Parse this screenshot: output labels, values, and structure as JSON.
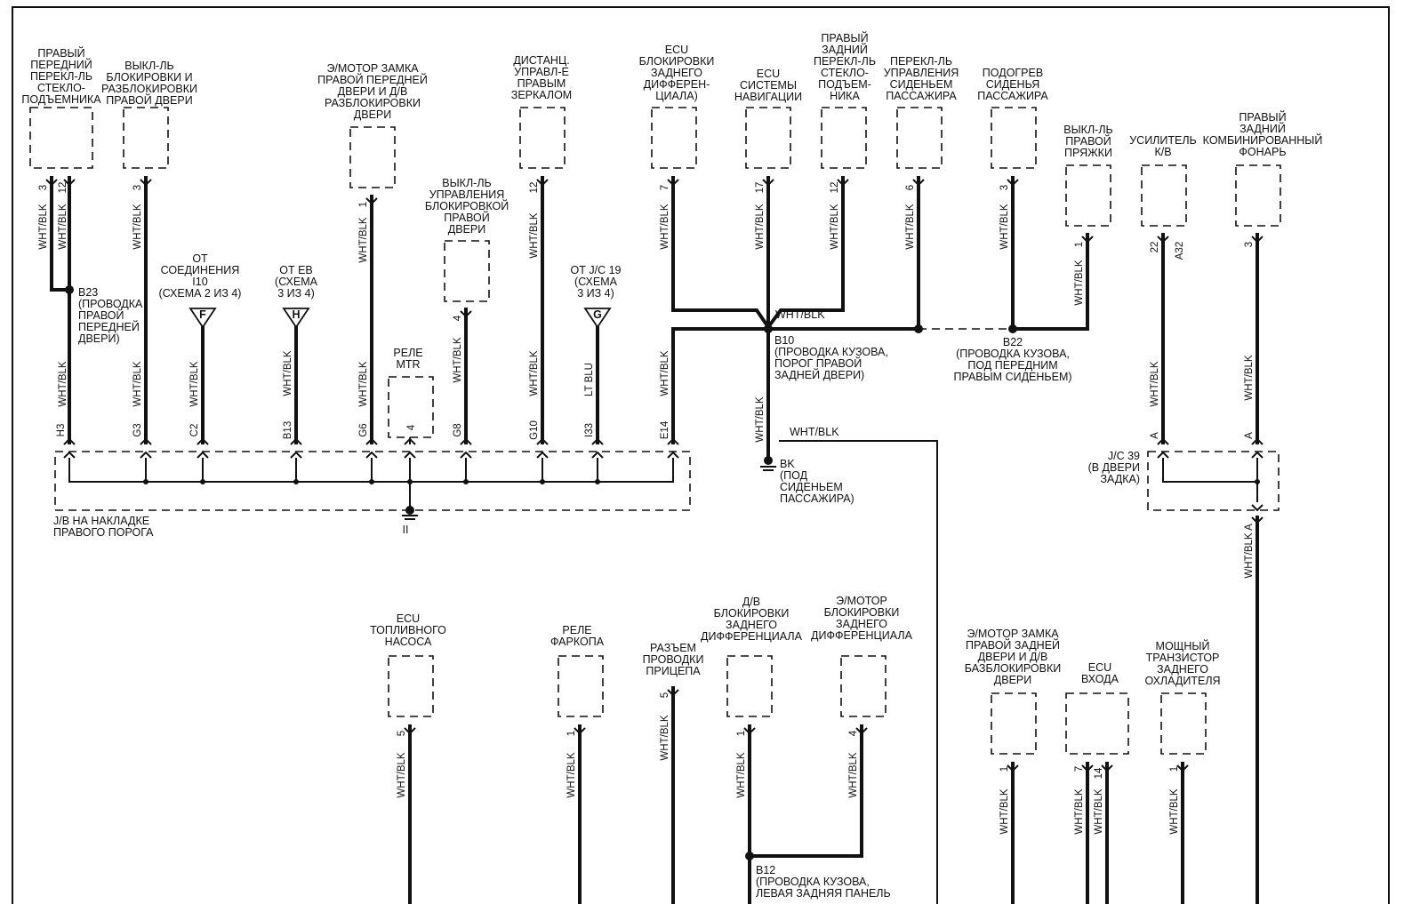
{
  "components": {
    "c1": [
      "ПРАВЫЙ",
      "ПЕРЕДНИЙ",
      "ПЕРЕКЛ-ЛЬ",
      "СТЕКЛО-",
      "ПОДЪЕМНИКА"
    ],
    "c2": [
      "ВЫКЛ-ЛЬ",
      "БЛОКИРОВКИ И",
      "РАЗБЛОКИРОВКИ",
      "ПРАВОЙ ДВЕРИ"
    ],
    "c3": [
      "Э/МОТОР ЗАМКА",
      "ПРАВОЙ ПЕРЕДНЕЙ",
      "ДВЕРИ И Д/В",
      "РАЗБЛОКИРОВКИ",
      "ДВЕРИ"
    ],
    "c4": [
      "ВЫКЛ-ЛЬ",
      "УПРАВЛЕНИЯ",
      "БЛОКИРОВКОЙ",
      "ПРАВОЙ",
      "ДВЕРИ"
    ],
    "c5": [
      "ДИСТАНЦ.",
      "УПРАВЛ-Е",
      "ПРАВЫМ",
      "ЗЕРКАЛОМ"
    ],
    "c6": [
      "ECU",
      "БЛОКИРОВКИ",
      "ЗАДНЕГО",
      "ДИФФЕРЕН-",
      "ЦИАЛА)"
    ],
    "c7": [
      "ECU",
      "СИСТЕМЫ",
      "НАВИГАЦИИ"
    ],
    "c8": [
      "ПРАВЫЙ",
      "ЗАДНИЙ",
      "ПЕРЕКЛ-ЛЬ",
      "СТЕКЛО-",
      "ПОДЪЕМ-",
      "НИКА"
    ],
    "c9": [
      "ПЕРЕКЛ-ЛЬ",
      "УПРАВЛЕНИЯ",
      "СИДЕНЬЕМ",
      "ПАССАЖИРА"
    ],
    "c10": [
      "ПОДОГРЕВ",
      "СИДЕНЬЯ",
      "ПАССАЖИРА"
    ],
    "c11": [
      "ВЫКЛ-ЛЬ",
      "ПРАВОЙ",
      "ПРЯЖКИ"
    ],
    "c12": [
      "УСИЛИТЕЛЬ",
      "К/В"
    ],
    "c13": [
      "ПРАВЫЙ",
      "ЗАДНИЙ",
      "КОМБИНИРОВАННЫЙ",
      "ФОНАРЬ"
    ],
    "c14": [
      "ECU",
      "ТОПЛИВНОГО",
      "НАСОСА"
    ],
    "c15": [
      "РЕЛЕ",
      "ФАРКОПА"
    ],
    "c16": [
      "РАЗЪЕМ",
      "ПРОВОДКИ",
      "ПРИЦЕПА"
    ],
    "c17": [
      "Д/В",
      "БЛОКИРОВКИ",
      "ЗАДНЕГО",
      "ДИФФЕРЕНЦИАЛА"
    ],
    "c18": [
      "Э/МОТОР",
      "БЛОКИРОВКИ",
      "ЗАДНЕГО",
      "ДИФФЕРЕНЦИАЛА"
    ],
    "c19": [
      "Э/МОТОР ЗАМКА",
      "ПРАВОЙ ЗАДНЕЙ",
      "ДВЕРИ И Д/В",
      "БАЗБЛОКИРОВКИ",
      "ДВЕРИ"
    ],
    "c20": [
      "ECU",
      "ВХОДА"
    ],
    "c21": [
      "МОЩНЫЙ",
      "ТРАНЗИСТОР",
      "ЗАДНЕГО",
      "ОХЛАДИТЕЛЯ"
    ],
    "relay_mtr": [
      "РЕЛЕ",
      "MTR"
    ]
  },
  "sources": {
    "f": [
      "ОТ",
      "СОЕДИНЕНИЯ",
      "I10",
      "(СХЕМА 2 ИЗ 4)"
    ],
    "h": [
      "ОТ ЕВ",
      "(СХЕМА",
      "3 ИЗ 4)"
    ],
    "g": [
      "ОТ J/C 19",
      "(СХЕМА",
      "3 ИЗ 4)"
    ],
    "f_letter": "F",
    "h_letter": "H",
    "g_letter": "G"
  },
  "splices": {
    "b23": [
      "B23",
      "(ПРОВОДКА",
      "ПРАВОЙ",
      "ПЕРЕДНЕЙ",
      "ДВЕРИ)"
    ],
    "b10": [
      "B10",
      "(ПРОВОДКА КУЗОВА,",
      "ПОРОГ ПРАВОЙ",
      "ЗАДНЕЙ ДВЕРИ)"
    ],
    "b22": [
      "B22",
      "(ПРОВОДКА КУЗОВА,",
      "ПОД ПЕРЕДНИМ",
      "ПРАВЫМ СИДЕНЬЕМ)"
    ],
    "bk": [
      "BK",
      "(ПОД",
      "СИДЕНЬЕМ",
      "ПАССАЖИРА)"
    ],
    "b12": [
      "B12",
      "(ПРОВОДКА КУЗОВА,",
      "ЛЕВАЯ ЗАДНЯЯ ПАНЕЛЬ"
    ]
  },
  "junctions": {
    "jb": [
      "J/B НА НАКЛАДКЕ",
      "ПРАВОГО ПОРОГА"
    ],
    "jb_ground": "II",
    "jc39": [
      "J/C 39",
      "(В ДВЕРИ",
      "ЗАДКА)"
    ]
  },
  "wire_colors": {
    "main": "WHT/BLK",
    "lt_blu": "LT BLU"
  },
  "pins": {
    "c1a": "3",
    "c1b": "12",
    "c2": "3",
    "c3": "1",
    "c4": "4",
    "c5": "12",
    "c6": "7",
    "c7": "17",
    "c8": "12",
    "c9": "6",
    "c10": "3",
    "c11": "1",
    "c12": "22",
    "c12_alt": "A32",
    "c13": "3",
    "c14": "5",
    "c15": "1",
    "c16": "5",
    "c17": "1",
    "c18": "4",
    "c19": "1",
    "c20a": "7",
    "c20b": "14",
    "c21": "1",
    "relay": "4"
  },
  "jb_pins": [
    "H3",
    "G3",
    "C2",
    "B13",
    "G6",
    "G8",
    "G10",
    "I33",
    "E14"
  ],
  "jc39_pins": {
    "in1": "A",
    "in2": "A",
    "out": "A"
  }
}
